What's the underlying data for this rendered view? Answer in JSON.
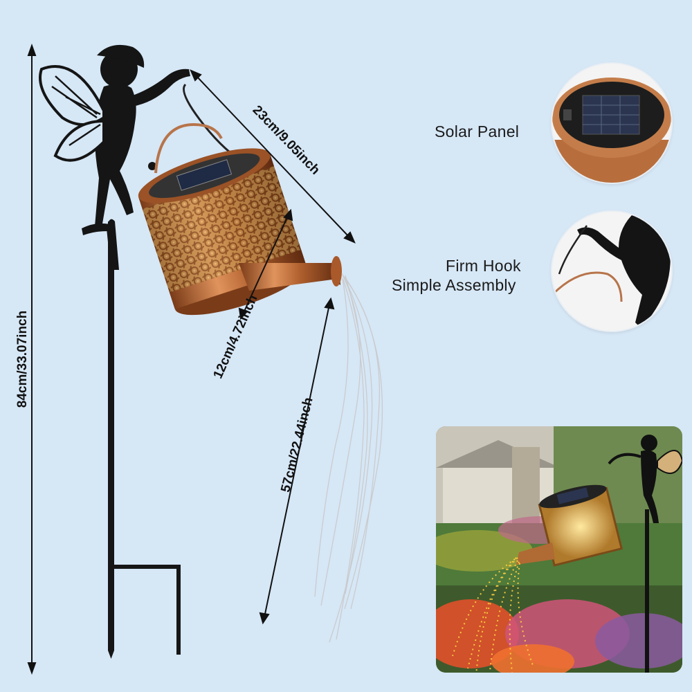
{
  "features": {
    "solar_panel": "Solar Panel",
    "hook_line1": "Firm Hook",
    "hook_line2": "Simple Assembly"
  },
  "dimensions": {
    "total_height": "84cm/33.07inch",
    "handle_span": "23cm/9.05inch",
    "can_height": "12cm/4.72inch",
    "light_length": "57cm/22.44inch"
  }
}
